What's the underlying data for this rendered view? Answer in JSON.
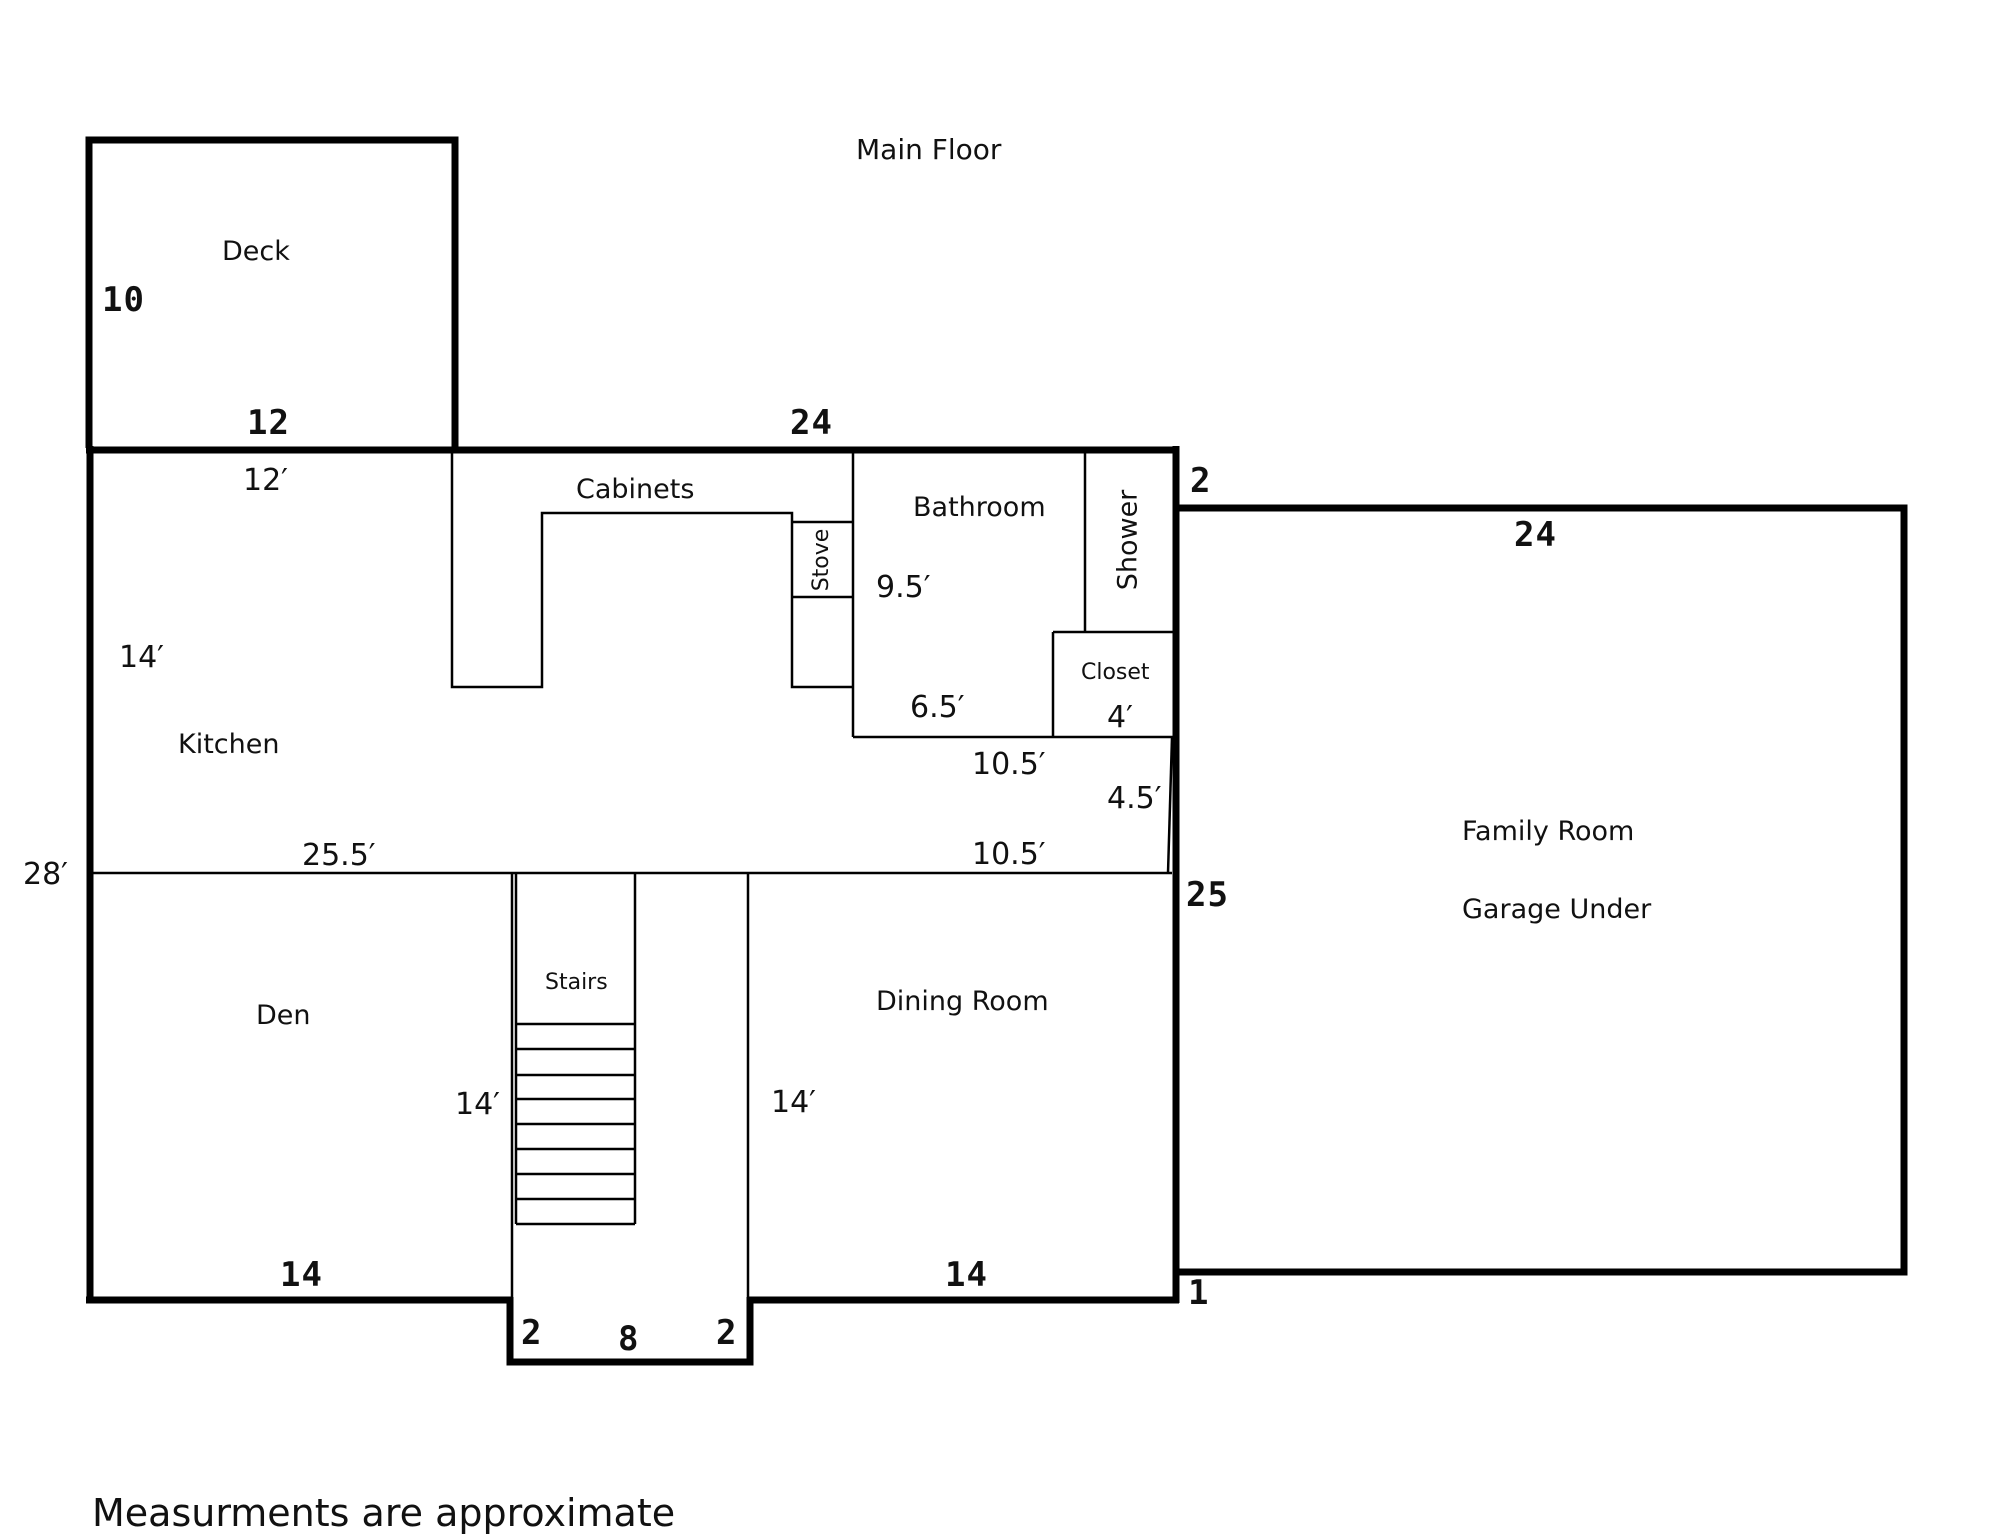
{
  "title": "Main Floor",
  "footer_note": "Measurments are approximate",
  "colors": {
    "wall": "#000000",
    "background": "#ffffff",
    "text": "#111111"
  },
  "rooms": {
    "deck": "Deck",
    "cabinets": "Cabinets",
    "stove": "Stove",
    "bathroom": "Bathroom",
    "shower": "Shower",
    "closet": "Closet",
    "kitchen": "Kitchen",
    "family_room": "Family Room",
    "garage_under": "Garage Under",
    "den": "Den",
    "stairs": "Stairs",
    "dining_room": "Dining Room"
  },
  "dimensions": {
    "deck_height": "10",
    "deck_width": "12",
    "main_top_width": "24",
    "bump_offset_top": "2",
    "family_width": "24",
    "family_height": "25",
    "bump_offset_bottom": "1",
    "kitchen_left_width": "12′",
    "kitchen_height": "14′",
    "house_depth": "28′",
    "kitchen_width": "25.5′",
    "bathroom_height": "9.5′",
    "bathroom_width": "6.5′",
    "closet_width": "4′",
    "hall_upper_width": "10.5′",
    "hall_height": "4.5′",
    "hall_lower_width": "10.5′",
    "den_height": "14′",
    "dining_height": "14′",
    "den_width": "14",
    "dining_width": "14",
    "entry_left": "2",
    "entry_width": "8",
    "entry_right": "2"
  }
}
